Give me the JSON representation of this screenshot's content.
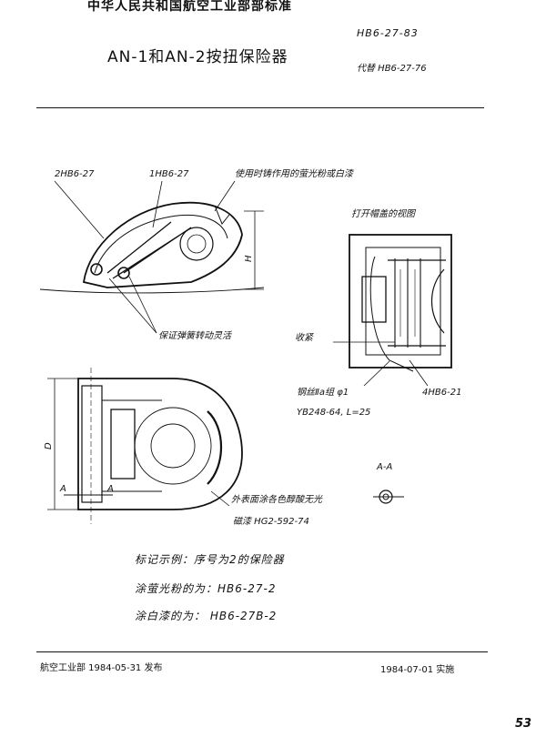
{
  "header": {
    "organization": "中华人民共和国航空工业部部标准",
    "standard_number": "HB6-27-83",
    "title": "AN-1和AN-2按扭保险器",
    "replaces": "代替 HB6-27-76"
  },
  "drawing": {
    "callouts": {
      "part_2hb": "2HB6-27",
      "part_1hb": "1HB6-27",
      "luminous_note": "使用时铸作用的萤光粉或白漆",
      "open_cap_view": "打开帽盖的视图",
      "spring_note": "保证弹簧转动灵活",
      "tighten": "收紧",
      "wire": "钢丝Ⅱa组 φ1",
      "part_4hb": "4HB6-21",
      "yb_spec": "YB248-64, L=25",
      "section_label": "A-A",
      "surface_note": "外表面涂各色醇酸无光",
      "enamel": "磁漆 HG2-592-74",
      "dim_h": "H",
      "dim_d": "D",
      "section_mark": "A"
    }
  },
  "notes": [
    "标记示例：序号为2的保险器",
    "涂萤光粉的为：HB6-27-2",
    "涂白漆的为： HB6-27B-2"
  ],
  "footer": {
    "issued": "航空工业部 1984-05-31 发布",
    "implemented": "1984-07-01 实施",
    "page_number": "53"
  }
}
